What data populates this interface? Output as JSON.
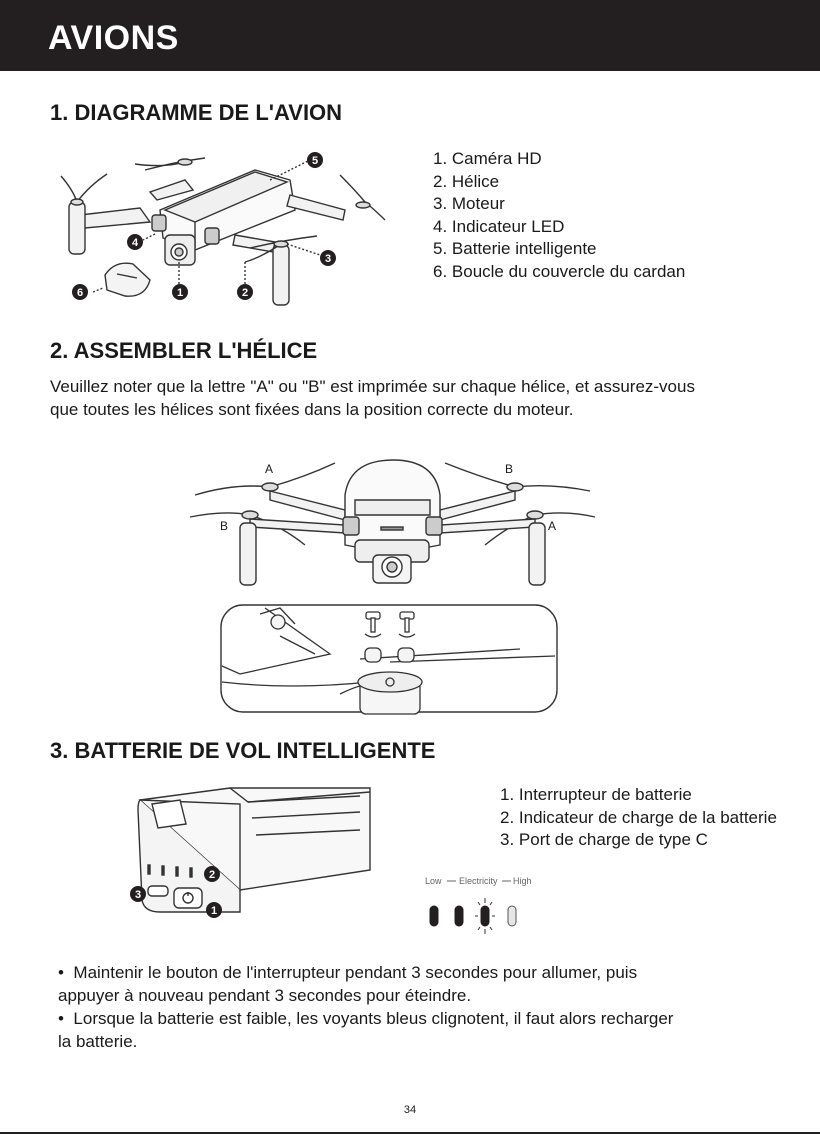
{
  "header": {
    "title": "AVIONS"
  },
  "section1": {
    "title": "1. DIAGRAMME DE L'AVION",
    "callouts": [
      "1",
      "2",
      "3",
      "4",
      "5",
      "6"
    ],
    "items": [
      "1. Caméra HD",
      "2. Hélice",
      "3. Moteur",
      "4. Indicateur LED",
      "5. Batterie intelligente",
      "6. Boucle du couvercle du cardan"
    ]
  },
  "section2": {
    "title": "2. ASSEMBLER L'HÉLICE",
    "paragraph_line1": "Veuillez noter que la lettre \"A\" ou \"B\" est imprimée sur chaque hélice, et assurez-vous",
    "paragraph_line2": "que toutes les hélices sont fixées dans la position correcte du moteur.",
    "prop_labels": {
      "top_left": "A",
      "top_right": "B",
      "mid_left": "B",
      "mid_right": "A"
    }
  },
  "section3": {
    "title": "3. BATTERIE DE VOL INTELLIGENTE",
    "callouts": [
      "1",
      "2",
      "3"
    ],
    "items": [
      "1. Interrupteur de batterie",
      "2. Indicateur de charge de la batterie",
      "3. Port de charge de type C"
    ],
    "legend": {
      "low": "Low",
      "electricity": "Electricity",
      "high": "High"
    },
    "bullets": [
      {
        "line1": "Maintenir le bouton de l'interrupteur pendant 3 secondes pour allumer, puis",
        "line2": "appuyer à nouveau pendant 3 secondes pour éteindre."
      },
      {
        "line1": "Lorsque la batterie est faible, les voyants bleus clignotent, il faut alors recharger",
        "line2": "la batterie."
      }
    ],
    "bullet_symbol": "•"
  },
  "footer": {
    "page_number": "34"
  },
  "colors": {
    "header_bg": "#231f20",
    "header_text": "#ffffff",
    "callout_bg": "#231f20"
  }
}
